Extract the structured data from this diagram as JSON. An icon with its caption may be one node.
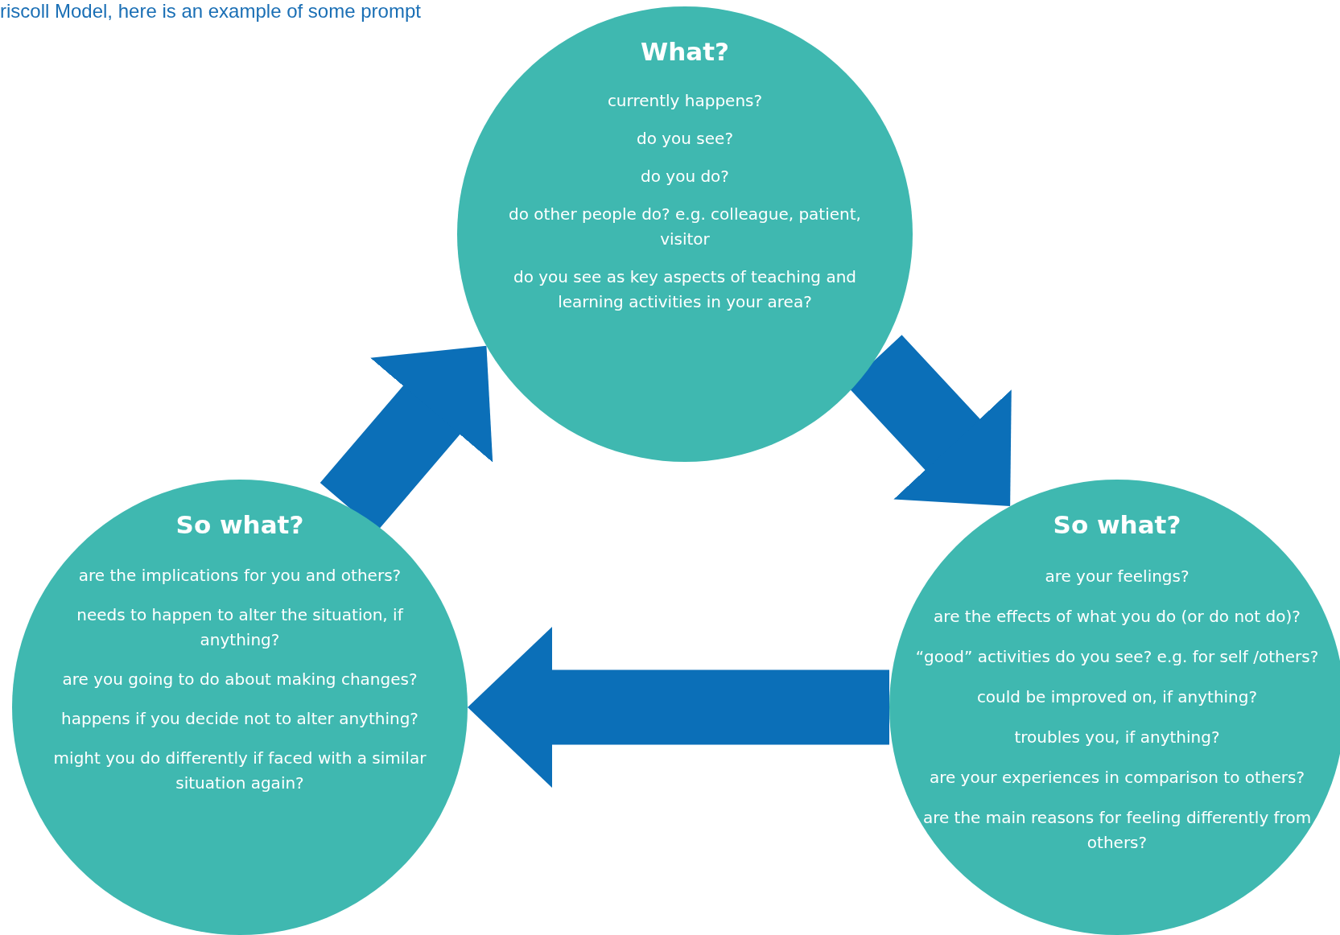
{
  "diagram": {
    "nodes": [
      {
        "text": [
          "What?",
          "currently happens?",
          "do you see?",
          "do you do?",
          "do other people do? e.g. colleague, patient, visitor",
          "do you see as key aspects of teaching and learning activities in your area?"
        ]
      },
      {
        "text": [
          "So what?",
          "are the implications for you and others?",
          "needs to happen to alter the situation, if anything?",
          "are you going to do about making changes?",
          "happens if you decide not to alter anything?",
          "might you do differently if faced with a similar situation again?"
        ]
      },
      {
        "text": [
          "So what?",
          "are your feelings?",
          "are the effects of what you do (or do not do)?",
          "“good” activities do you see? e.g. for self /others?",
          "could be improved on, if anything?",
          "troubles you, if anything?",
          "are your experiences in comparison to others?",
          "are the main reasons for feeling differently from others?"
        ]
      }
    ],
    "edges": [
      {
        "from": 0,
        "to": 2,
        "arrow": "to"
      },
      {
        "from": 2,
        "to": 1,
        "arrow": "to"
      },
      {
        "from": 1,
        "to": 0,
        "arrow": "to"
      }
    ],
    "labels": [
      "riscoll Model, here is an example of some prompt"
    ]
  }
}
